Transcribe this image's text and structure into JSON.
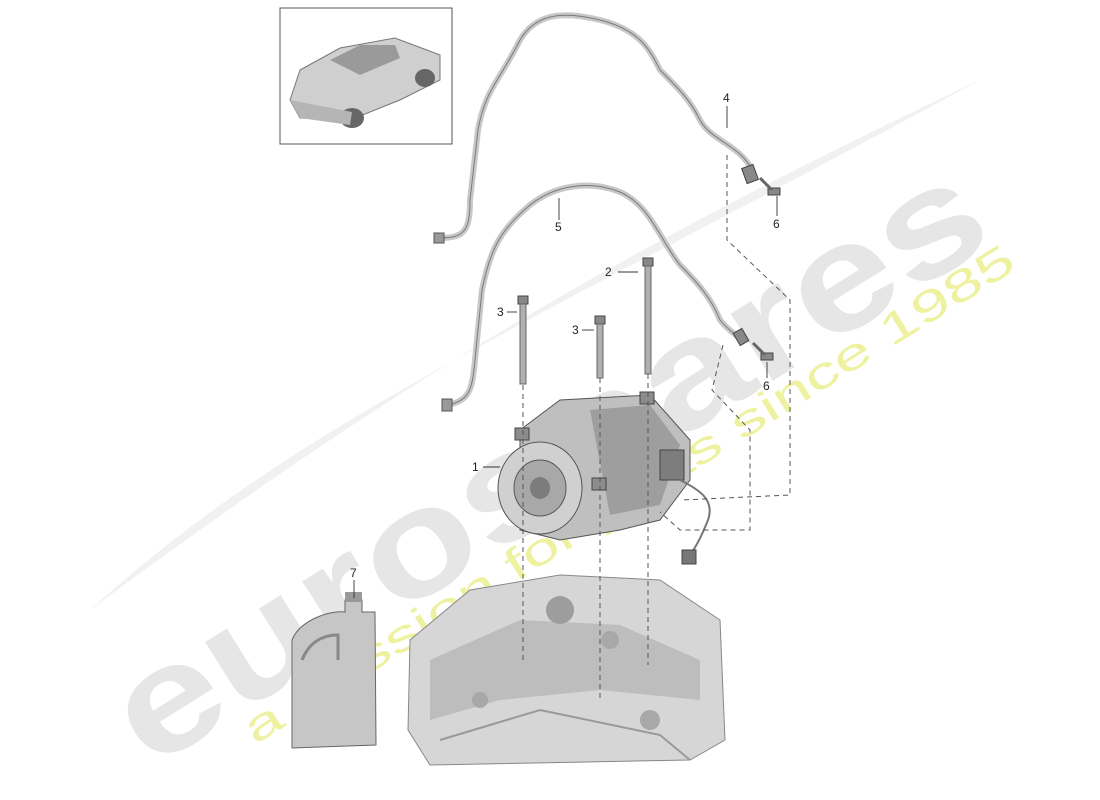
{
  "diagram": {
    "callouts": [
      {
        "id": "c1",
        "label": "1"
      },
      {
        "id": "c2",
        "label": "2"
      },
      {
        "id": "c3a",
        "label": "3"
      },
      {
        "id": "c3b",
        "label": "3"
      },
      {
        "id": "c4",
        "label": "4"
      },
      {
        "id": "c5",
        "label": "5"
      },
      {
        "id": "c6a",
        "label": "6"
      },
      {
        "id": "c6b",
        "label": "6"
      },
      {
        "id": "c7",
        "label": "7"
      }
    ]
  },
  "watermark": {
    "brand": "eurospares",
    "tagline": "a passion for parts since 1985",
    "brand_color": "#e6e6e6",
    "tagline_color": "#eef2a0"
  },
  "colors": {
    "line": "#333333",
    "part_fill": "#d9d9d9",
    "part_dark": "#8c8c8c"
  }
}
